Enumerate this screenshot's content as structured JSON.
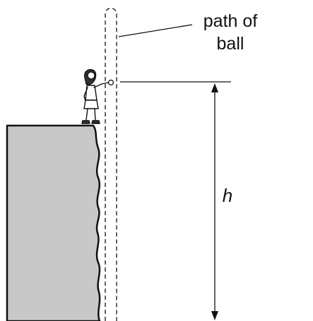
{
  "labels": {
    "path_line1": "path of",
    "path_line2": "ball",
    "height": "h"
  },
  "colors": {
    "cliff_fill": "#c8c8c8",
    "ink": "#111111",
    "background": "#ffffff"
  }
}
